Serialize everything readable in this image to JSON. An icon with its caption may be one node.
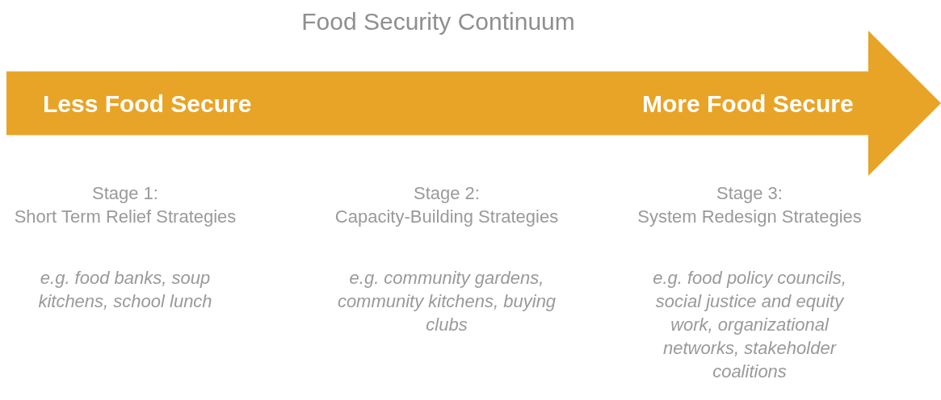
{
  "diagram": {
    "title": "Food Security Continuum",
    "nodes": [
      {
        "text": [
          "Less Food Secure",
          "More Food Secure"
        ]
      }
    ],
    "labels": [
      "Stage 1: Short Term Relief Strategies",
      "Stage 2: Capacity-Building Strategies",
      "Stage 3: System Redesign Strategies",
      "e.g. food banks, soup kitchens, school lunch",
      "e.g. community gardens, community kitchens, buying clubs",
      "e.g. food policy councils, social justice and equity work, organizational networks, stakeholder coalitions"
    ]
  }
}
